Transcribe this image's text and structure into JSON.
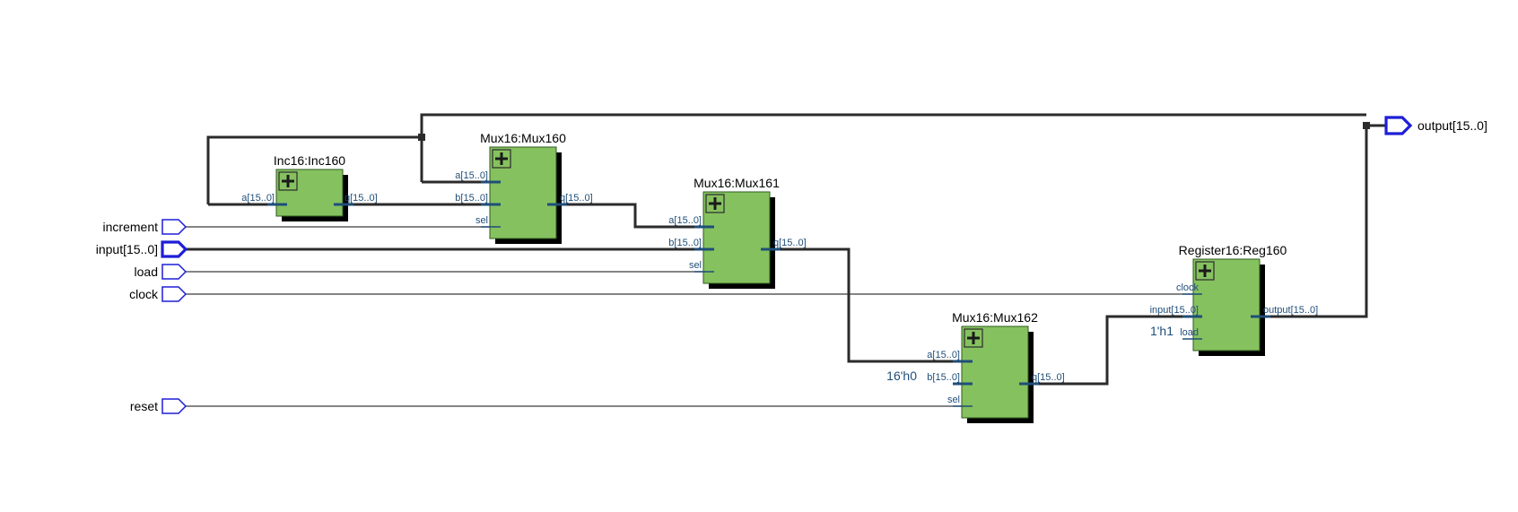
{
  "colors": {
    "block_fill": "#86c15f",
    "block_stroke": "#2d5a1f",
    "block_shadow": "#000000",
    "port_stub": "#1f4e79",
    "pin_outline": "#1e1ed8",
    "bus_wire": "#2b2b2b",
    "single_wire": "#3a3a3a"
  },
  "inputs": [
    "increment",
    "input[15..0]",
    "load",
    "clock",
    "reset"
  ],
  "outputs": [
    "output[15..0]"
  ],
  "blocks": {
    "inc160": {
      "title": "Inc16:Inc160",
      "a": "a[15..0]",
      "q": "q[15..0]"
    },
    "mux160": {
      "title": "Mux16:Mux160",
      "a": "a[15..0]",
      "b": "b[15..0]",
      "sel": "sel",
      "q": "q[15..0]"
    },
    "mux161": {
      "title": "Mux16:Mux161",
      "a": "a[15..0]",
      "b": "b[15..0]",
      "sel": "sel",
      "q": "q[15..0]"
    },
    "mux162": {
      "title": "Mux16:Mux162",
      "a": "a[15..0]",
      "b": "b[15..0]",
      "sel": "sel",
      "q": "q[15..0]"
    },
    "reg160": {
      "title": "Register16:Reg160",
      "clock": "clock",
      "input": "input[15..0]",
      "load": "load",
      "output": "output[15..0]"
    }
  },
  "constants": {
    "mux162_b": "16'h0",
    "reg160_load": "1'h1"
  }
}
